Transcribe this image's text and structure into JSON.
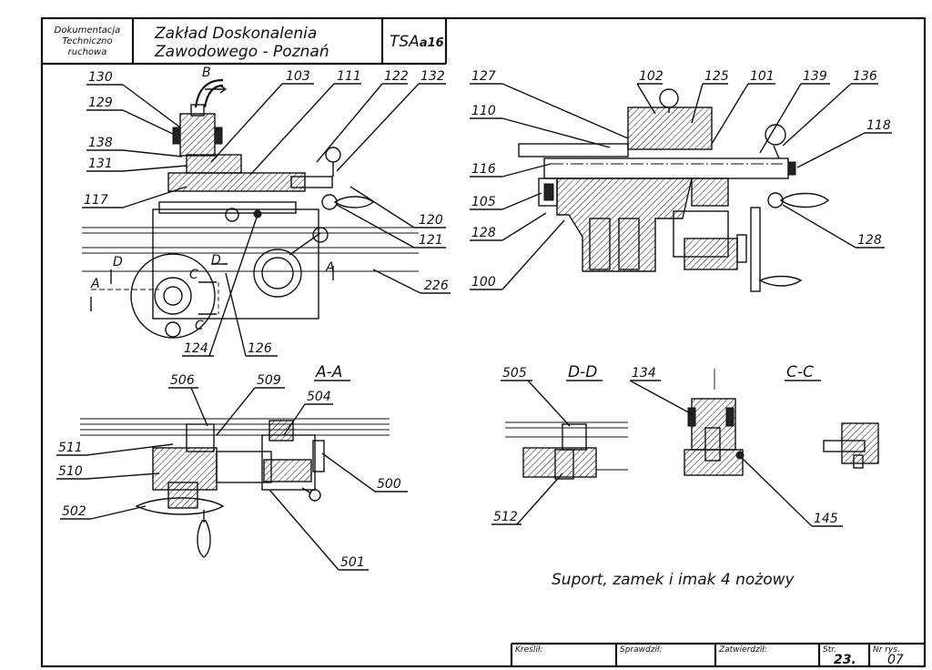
{
  "title_block": {
    "dept_line1": "Dokumentacja",
    "dept_line2": "Techniczno",
    "dept_line3": "ruchowa",
    "org_line1": "Zakład Doskonalenia",
    "org_line2": "Zawodowego - Poznań",
    "code_prefix": "TSA",
    "code_suffix": "a16"
  },
  "caption": "Suport, zamek i imak 4 nożowy",
  "sections": {
    "aa": "A-A",
    "dd": "D-D",
    "cc": "C-C"
  },
  "view_marks": {
    "b": "B",
    "a1": "A",
    "a2": "A",
    "c1": "C",
    "c2": "C",
    "d1": "D",
    "d2": "D"
  },
  "callouts": {
    "130": "130",
    "129": "129",
    "138": "138",
    "131": "131",
    "117": "117",
    "103": "103",
    "111": "111",
    "122": "122",
    "132": "132",
    "120": "120",
    "121": "121",
    "226": "226",
    "124": "124",
    "126": "126",
    "127": "127",
    "110": "110",
    "116": "116",
    "105": "105",
    "128a": "128",
    "100": "100",
    "102": "102",
    "125": "125",
    "101": "101",
    "139": "139",
    "136": "136",
    "118": "118",
    "128b": "128",
    "506": "506",
    "509": "509",
    "504": "504",
    "511": "511",
    "510": "510",
    "500": "500",
    "502": "502",
    "501": "501",
    "505": "505",
    "512": "512",
    "134": "134",
    "145": "145"
  },
  "footer": {
    "kreslil": "Kreślił:",
    "sprawdzil": "Sprawdził:",
    "zatwierdzil": "Zatwierdził:",
    "str_label": "Str.",
    "str_value": "23.",
    "nr_label": "Nr rys.",
    "nr_value": "07"
  }
}
